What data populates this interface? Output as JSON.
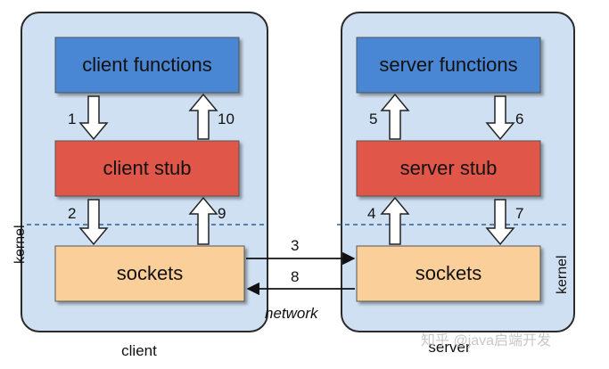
{
  "client": {
    "functions_label": "client functions",
    "stub_label": "client stub",
    "sockets_label": "sockets",
    "kernel_label": "kernel",
    "caption": "client"
  },
  "server": {
    "functions_label": "server functions",
    "stub_label": "server stub",
    "sockets_label": "sockets",
    "kernel_label": "kernel",
    "caption": "server"
  },
  "steps": {
    "s1": "1",
    "s2": "2",
    "s3": "3",
    "s4": "4",
    "s5": "5",
    "s6": "6",
    "s7": "7",
    "s8": "8",
    "s9": "9",
    "s10": "10"
  },
  "network_label": "network",
  "watermark": "知乎 @java启端开发",
  "colors": {
    "panel_fill": "#cfe0f2",
    "panel_stroke": "#2b2b2b",
    "functions_fill": "#4a86d4",
    "stub_fill": "#e0564a",
    "sockets_fill": "#fbcf9a",
    "kernel_line": "#2a6099"
  }
}
